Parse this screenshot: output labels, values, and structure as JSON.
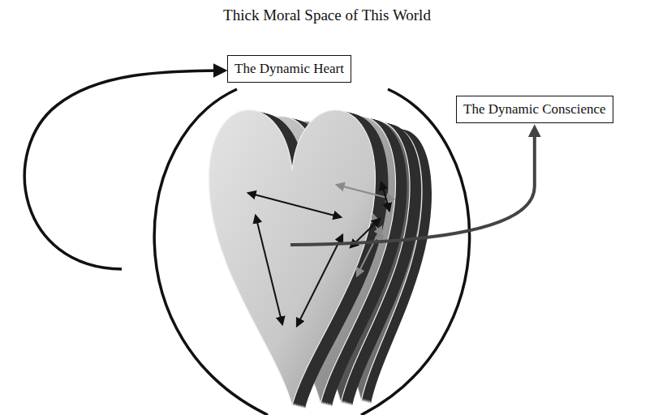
{
  "diagram": {
    "title": "Thick Moral Space of This World",
    "nodes": [
      {
        "text": [
          "The Dynamic Heart"
        ]
      },
      {
        "text": [
          "The Dynamic Conscience"
        ]
      }
    ]
  }
}
